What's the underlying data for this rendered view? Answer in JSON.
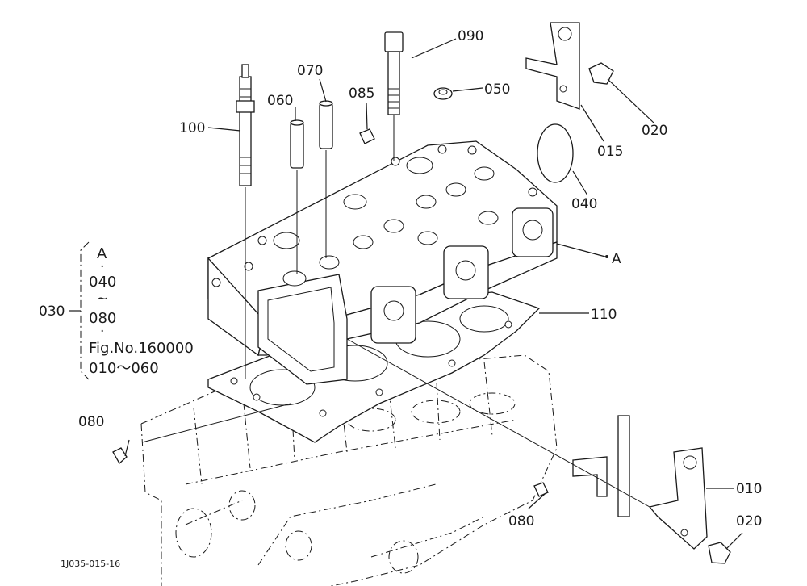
{
  "diagram": {
    "callouts": {
      "c100": "100",
      "c060": "060",
      "c070": "070",
      "c090": "090",
      "c085": "085",
      "c050": "050",
      "c020_top": "020",
      "c015": "015",
      "c040": "040",
      "c_a": "A",
      "c110": "110",
      "c030": "030",
      "c080_left": "080",
      "c080_bottom": "080",
      "c010": "010",
      "c020_bottom": "020"
    },
    "group_030": {
      "line1": "A",
      "line2": "040",
      "line3": "080",
      "line4": "Fig.No.160000",
      "line5": "010⁠～060"
    },
    "figure_code": "1J035-015-16"
  }
}
